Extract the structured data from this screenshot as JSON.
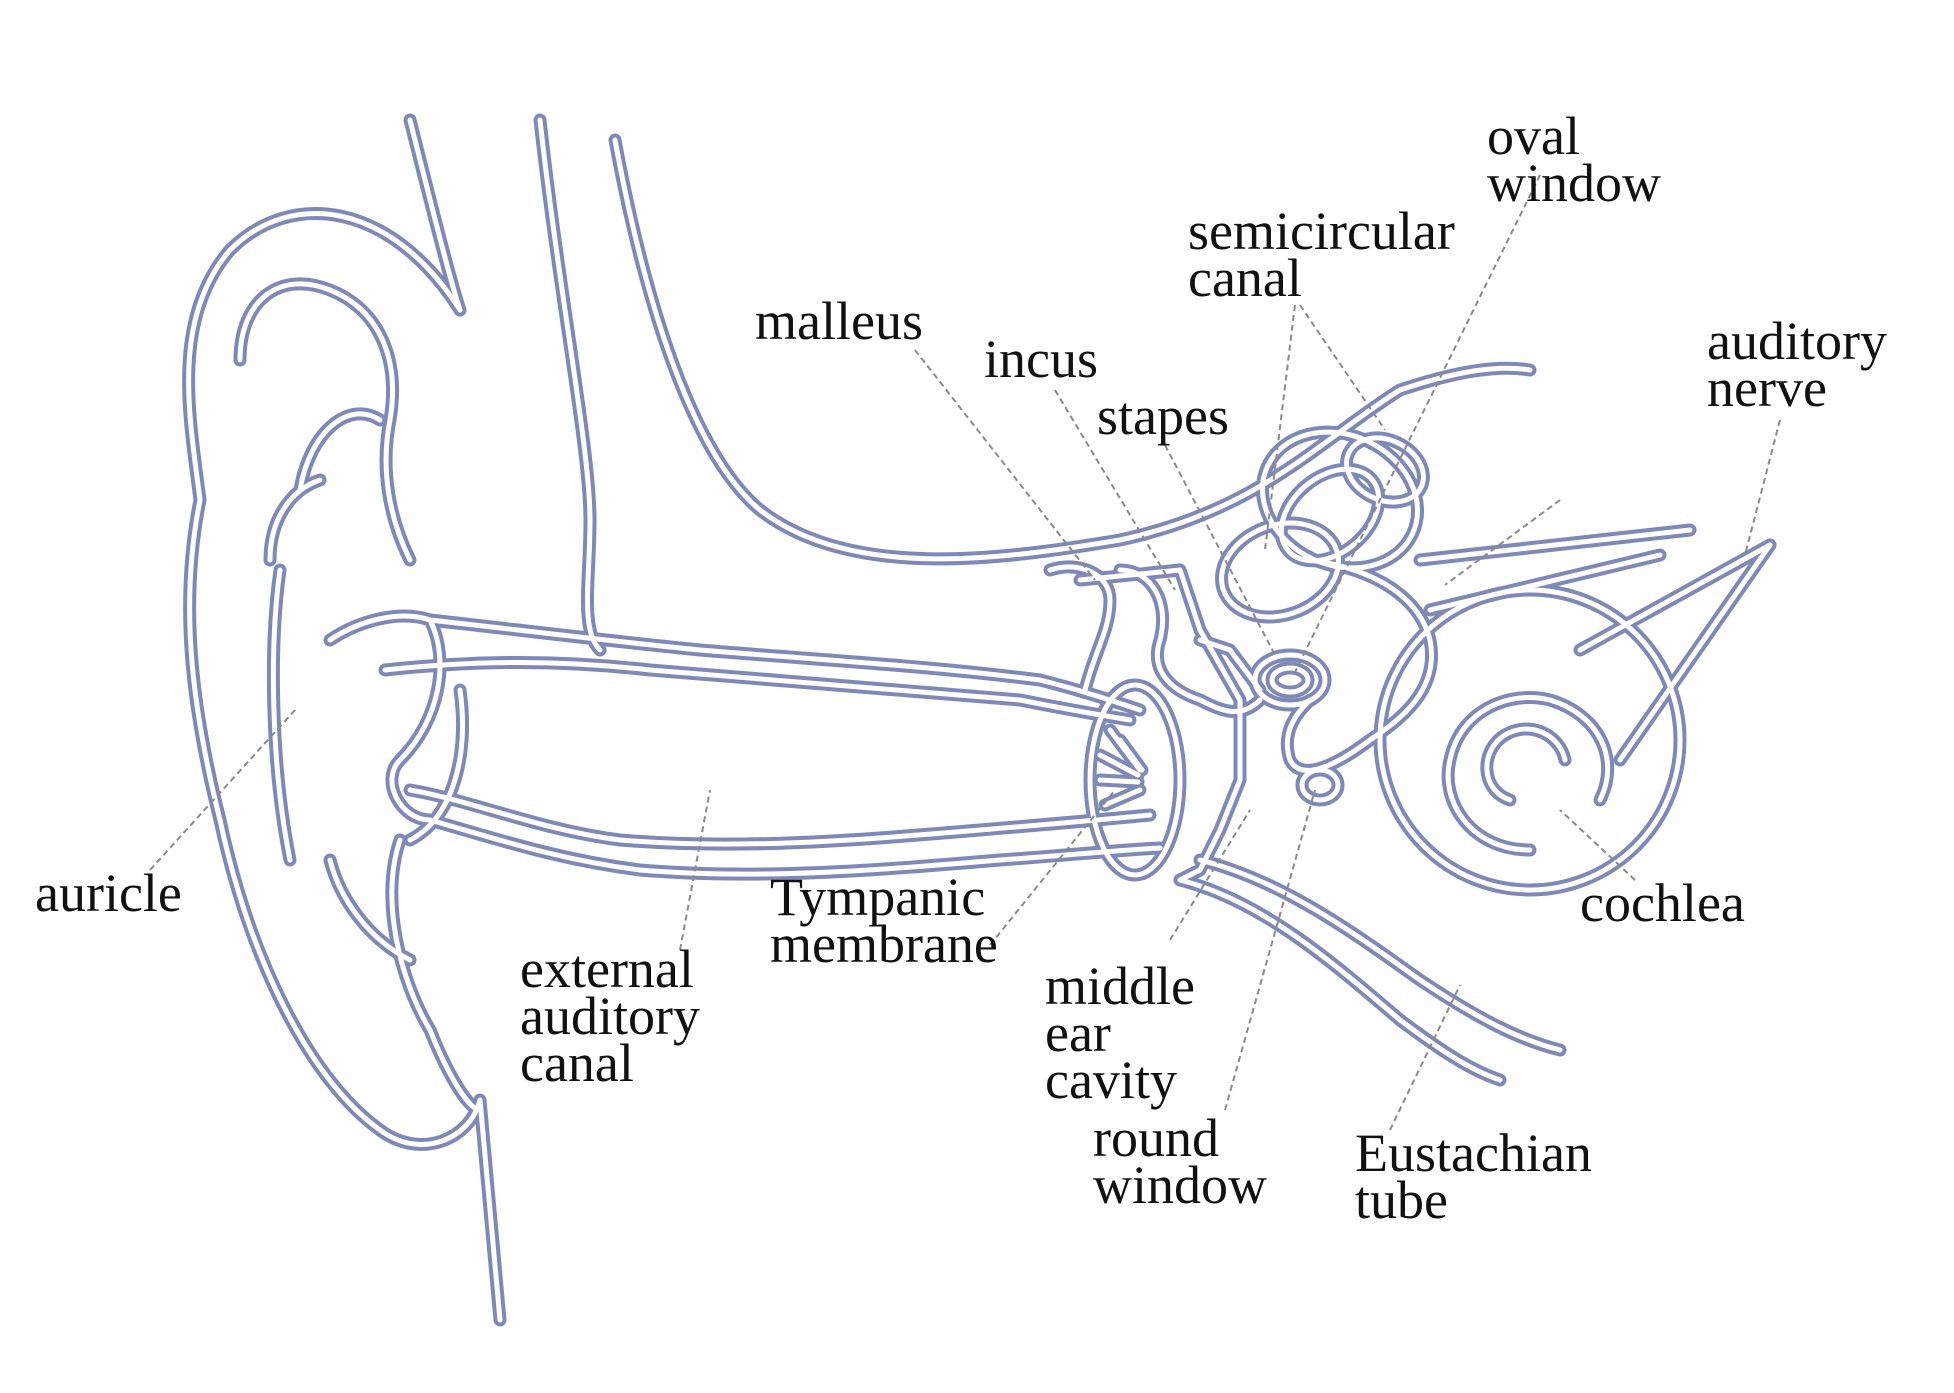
{
  "colors": {
    "outline": "#7f89b8",
    "fill": "#ffffff",
    "leader": "#8a8a8a",
    "text": "#111111"
  },
  "labels": {
    "oval_window": [
      "oval",
      "window"
    ],
    "semicircular_canal": [
      "semicircular",
      "canal"
    ],
    "malleus": [
      "malleus"
    ],
    "incus": [
      "incus"
    ],
    "stapes": [
      "stapes"
    ],
    "auditory_nerve": [
      "auditory",
      "nerve"
    ],
    "auricle": [
      "auricle"
    ],
    "tympanic_membrane": [
      "Tympanic",
      "membrane"
    ],
    "cochlea": [
      "cochlea"
    ],
    "external_auditory_canal": [
      "external",
      "auditory",
      "canal"
    ],
    "middle_ear_cavity": [
      "middle",
      "ear",
      "cavity"
    ],
    "round_window": [
      "round",
      "window"
    ],
    "eustachian_tube": [
      "Eustachian",
      "tube"
    ]
  }
}
